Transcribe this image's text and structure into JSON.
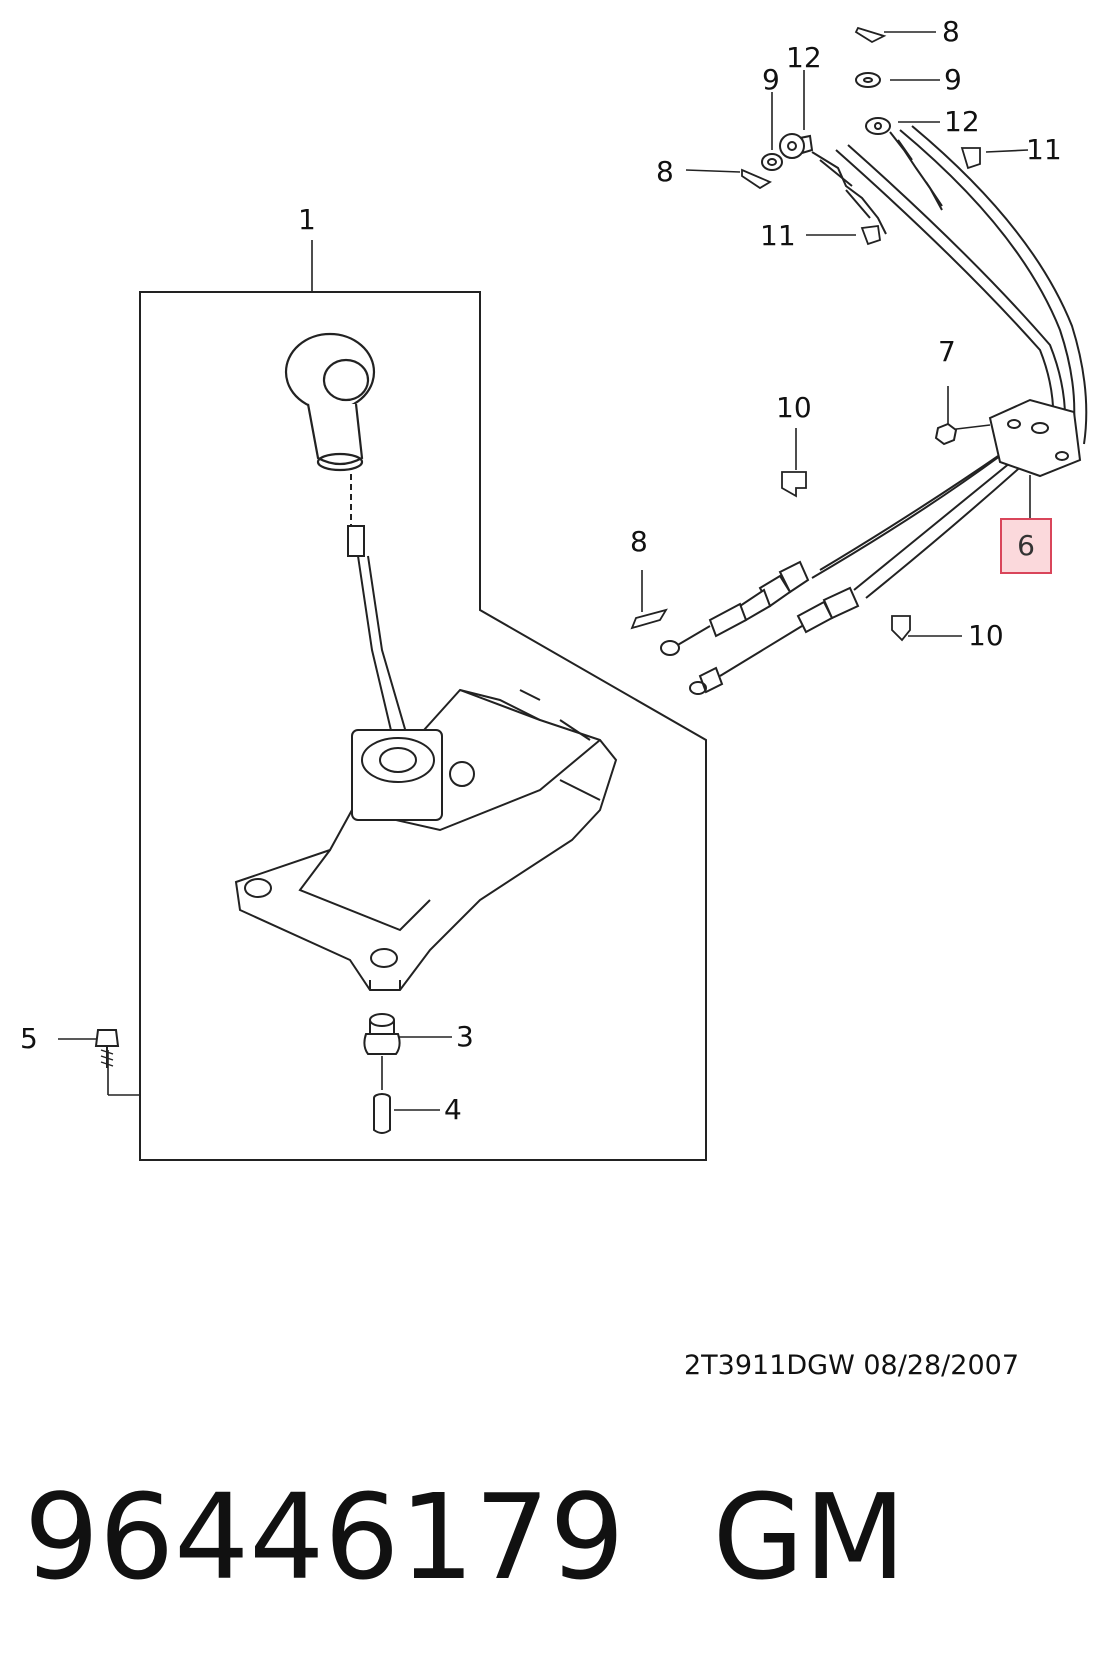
{
  "callouts": {
    "shifter_assembly": "1",
    "bushing": "3",
    "sleeve": "4",
    "bolt": "5",
    "cable_assembly": "6",
    "nut": "7",
    "clip_pin_upper": "8",
    "clip_pin_left": "8",
    "clip_pin_middle": "8",
    "washer_upper": "9",
    "washer_left": "9",
    "retainer_middle_upper": "10",
    "retainer_lower_right": "10",
    "retainer_upper_right": "11",
    "retainer_left": "11",
    "eye_end_upper": "12",
    "eye_end_left": "12"
  },
  "highlight_color": "#d9455a",
  "drawing_id": "2T3911DGW  08/28/2007",
  "part_number": "96446179",
  "brand": "GM"
}
